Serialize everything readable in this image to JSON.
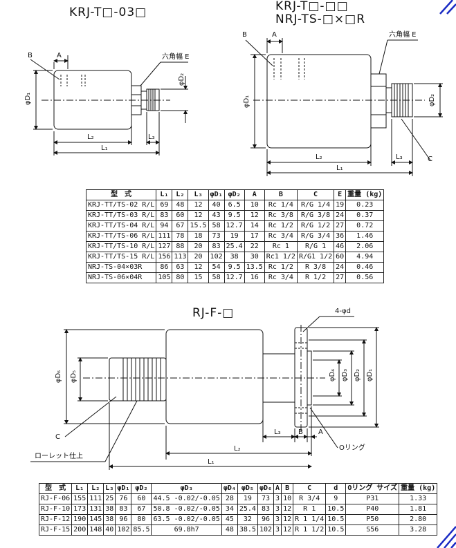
{
  "titles": {
    "krj_t_03": "KRJ-T□-03□",
    "krj_t_line1": "KRJ-T□-□□",
    "krj_t_line2": "NRJ-TS-□×□R",
    "rj_f": "RJ-F-□"
  },
  "labels": {
    "A": "A",
    "B": "B",
    "C": "C",
    "hex_width_E": "六角幅 E",
    "phiD1": "φD₁",
    "phiD2": "φD₂",
    "phiD3": "φD₃",
    "phiD4": "φD₄",
    "phiD5": "φD₅",
    "phiD6": "φD₆",
    "L1": "L₁",
    "L2": "L₂",
    "L3": "L₃",
    "four_phid": "4-φd",
    "o_ring": "Oリング",
    "knurl_finish": "ローレット仕上"
  },
  "table_krj": {
    "headers": [
      "型　式",
      "L₁",
      "L₂",
      "L₃",
      "φD₁",
      "φD₂",
      "A",
      "B",
      "C",
      "E",
      "重量 (kg)"
    ],
    "rows": [
      [
        "KRJ-TT/TS-02 R/L",
        "69",
        "48",
        "12",
        "40",
        "6.5",
        "10",
        "Rc 1/4",
        "R/G 1/4",
        "19",
        "0.23"
      ],
      [
        "KRJ-TT/TS-03 R/L",
        "83",
        "60",
        "12",
        "43",
        "9.5",
        "12",
        "Rc 3/8",
        "R/G 3/8",
        "24",
        "0.37"
      ],
      [
        "KRJ-TT/TS-04 R/L",
        "94",
        "67",
        "15.5",
        "58",
        "12.7",
        "14",
        "Rc 1/2",
        "R/G 1/2",
        "27",
        "0.72"
      ],
      [
        "KRJ-TT/TS-06 R/L",
        "111",
        "78",
        "18",
        "73",
        "19",
        "17",
        "Rc 3/4",
        "R/G 3/4",
        "36",
        "1.46"
      ],
      [
        "KRJ-TT/TS-10 R/L",
        "127",
        "88",
        "20",
        "83",
        "25.4",
        "22",
        "Rc 1",
        "R/G 1",
        "46",
        "2.06"
      ],
      [
        "KRJ-TT/TS-15 R/L",
        "156",
        "113",
        "20",
        "102",
        "38",
        "30",
        "Rc1 1/2",
        "R/G1 1/2",
        "60",
        "4.94"
      ],
      [
        "NRJ-TS-04×03R",
        "86",
        "63",
        "12",
        "54",
        "9.5",
        "13.5",
        "Rc 1/2",
        "R 3/8",
        "24",
        "0.46"
      ],
      [
        "NRJ-TS-06×04R",
        "105",
        "80",
        "15",
        "58",
        "12.7",
        "16",
        "Rc 3/4",
        "R 1/2",
        "27",
        "0.56"
      ]
    ]
  },
  "table_rjf": {
    "headers": [
      "型　式",
      "L₁",
      "L₂",
      "L₃",
      "φD₁",
      "φD₂",
      "φD₃",
      "φD₄",
      "φD₅",
      "φD₆",
      "A",
      "B",
      "C",
      "d",
      "Oリング サイズ",
      "重量 (kg)"
    ],
    "rows": [
      [
        "RJ-F-06",
        "155",
        "111",
        "25",
        "76",
        "60",
        "44.5 -0.02/-0.05",
        "28",
        "19",
        "73",
        "3",
        "10",
        "R 3/4",
        "9",
        "P31",
        "1.33"
      ],
      [
        "RJ-F-10",
        "173",
        "131",
        "38",
        "83",
        "67",
        "50.8 -0.02/-0.05",
        "34",
        "25.4",
        "83",
        "3",
        "12",
        "R 1",
        "10.5",
        "P40",
        "1.81"
      ],
      [
        "RJ-F-12",
        "190",
        "145",
        "38",
        "96",
        "80",
        "63.5 -0.02/-0.05",
        "45",
        "32",
        "96",
        "3",
        "12",
        "R 1 1/4",
        "10.5",
        "P50",
        "2.80"
      ],
      [
        "RJ-F-15",
        "200",
        "148",
        "40",
        "102",
        "85.5",
        "69.8h7",
        "48",
        "38.5",
        "102",
        "3",
        "12",
        "R 1 1/2",
        "10.5",
        "S56",
        "3.28"
      ]
    ]
  },
  "colors": {
    "line": "#111111",
    "corner_mark": "#1a2bc4"
  }
}
